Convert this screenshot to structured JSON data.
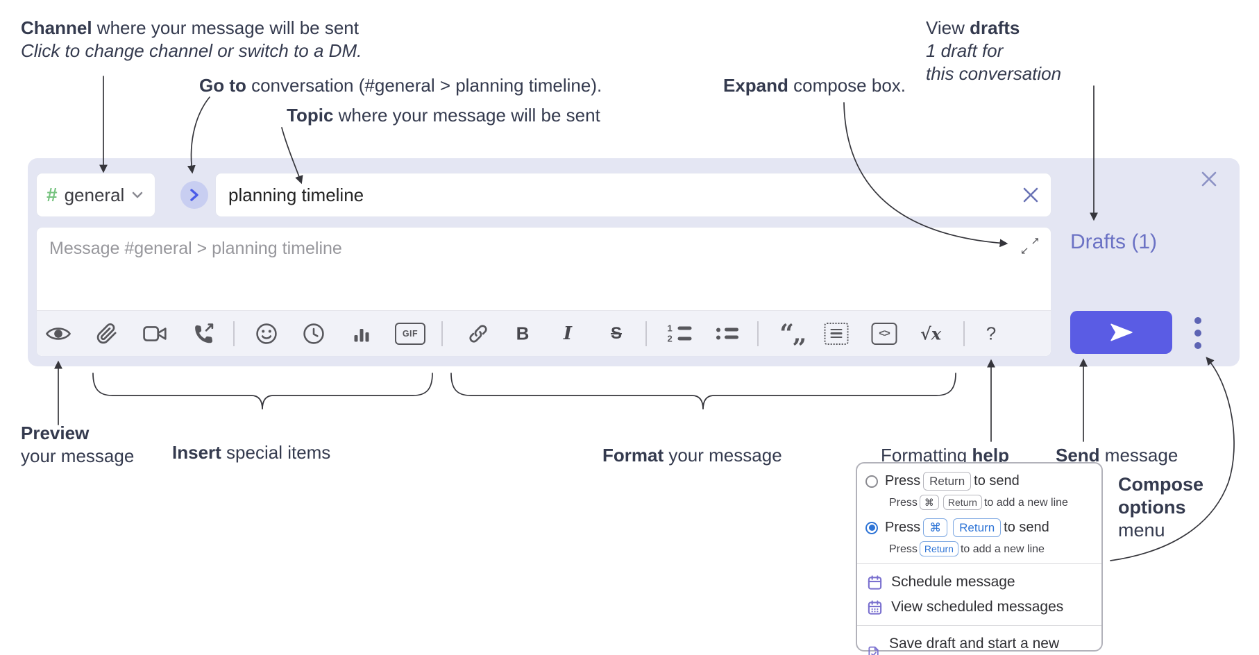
{
  "annotations": {
    "channel_line1_bold": "Channel",
    "channel_line1_rest": " where your message will be sent",
    "channel_line2": "Click to change channel or switch to a DM.",
    "goto_bold": "Go to",
    "goto_rest": " conversation (#general > planning timeline).",
    "topic_bold": "Topic",
    "topic_rest": " where your message will be sent",
    "expand_bold": "Expand",
    "expand_rest": " compose box.",
    "drafts_line1_pre": "View ",
    "drafts_line1_bold": "drafts",
    "drafts_line2": "1 draft for",
    "drafts_line3": "this conversation",
    "preview_bold": "Preview",
    "preview_line2": "your message",
    "insert_bold": "Insert",
    "insert_rest": " special items",
    "format_bold": "Format",
    "format_rest": " your message",
    "help_pre": "Formatting ",
    "help_bold": "help",
    "send_bold": "Send",
    "send_rest": " message",
    "compose_opts_line1": "Compose",
    "compose_opts_line2": "options",
    "compose_opts_line3": "menu"
  },
  "compose": {
    "channel_hash": "#",
    "channel_name": "general",
    "topic_value": "planning timeline",
    "drafts_link": "Drafts (1)",
    "message_placeholder": "Message #general > planning timeline",
    "expand_ne": "↗",
    "expand_sw": "↙"
  },
  "toolbar": {
    "gif": "GIF",
    "bold": "B",
    "italic": "I",
    "strike": "S",
    "ol_1": "1",
    "ol_2": "2",
    "quote_open": "“",
    "quote_close": "„",
    "code": "<>",
    "math": "√x",
    "help": "?",
    "icons": [
      "preview-eye",
      "attach-paperclip",
      "video-call",
      "voice-call",
      "emoji",
      "time",
      "poll",
      "gif",
      "link",
      "bold",
      "italic",
      "strikethrough",
      "numbered-list",
      "bulleted-list",
      "quote",
      "spoiler",
      "code",
      "math",
      "help"
    ]
  },
  "menu": {
    "option1": {
      "pre": "Press",
      "key": "Return",
      "post": "to send",
      "sub_pre": "Press",
      "sub_key1": "⌘",
      "sub_key2": "Return",
      "sub_post": "to add a new line"
    },
    "option2": {
      "pre": "Press",
      "key1": "⌘",
      "key2": "Return",
      "post": "to send",
      "sub_pre": "Press",
      "sub_key": "Return",
      "sub_post": "to add a new line"
    },
    "items": [
      {
        "label": "Schedule message"
      },
      {
        "label": "View scheduled messages"
      },
      {
        "label": "Save draft and start a new message"
      }
    ]
  },
  "colors": {
    "panel": "#e4e6f3",
    "send_button": "#5a5ce4",
    "drafts_link": "#6b72c4",
    "hash_green": "#76c37f",
    "key_blue": "#2e74d6",
    "menu_icon_purple": "#7a70cf"
  }
}
